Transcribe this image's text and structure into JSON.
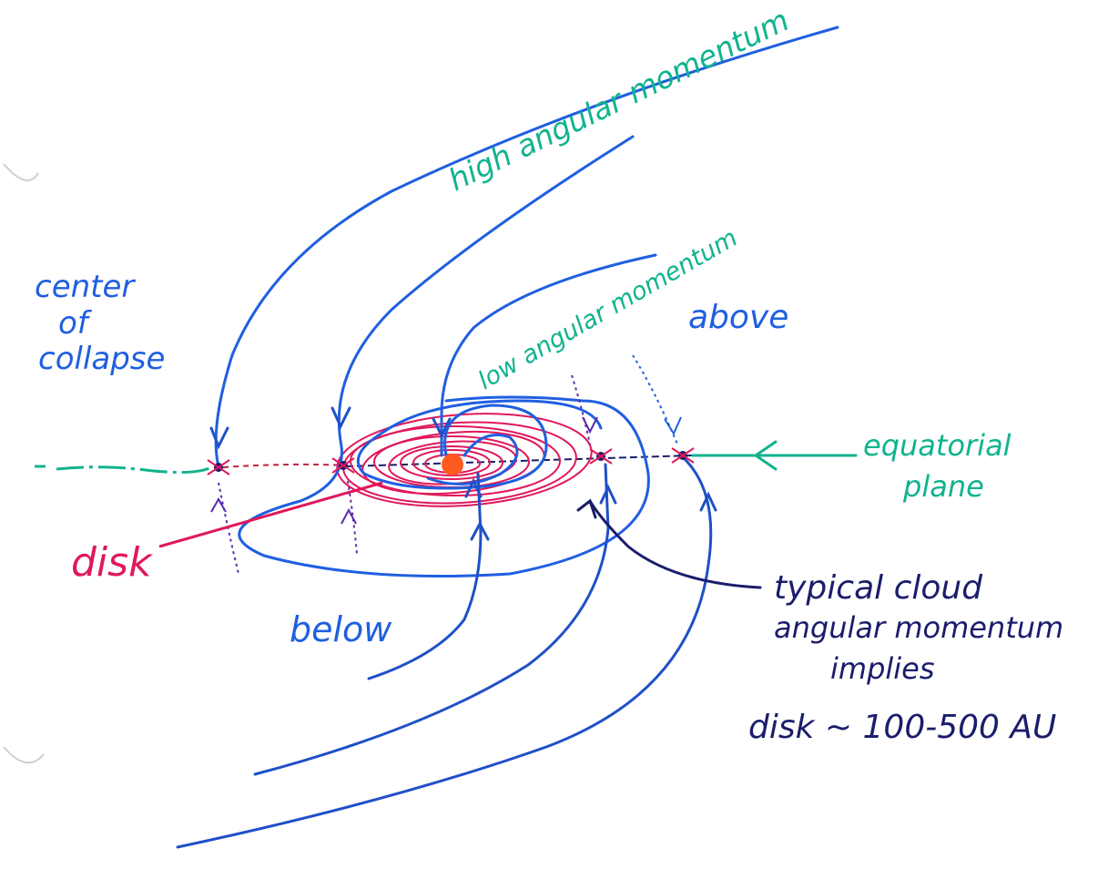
{
  "labels": {
    "center_line1": "center",
    "center_line2": "of",
    "center_line3": "collapse",
    "high": "high angular momentum",
    "low": "low angular momentum",
    "above": "above",
    "below": "below",
    "equatorial_line1": "equatorial",
    "equatorial_line2": "plane",
    "disk": "disk",
    "typical_line1": "typical cloud",
    "typical_line2": "angular momentum",
    "typical_line3": "implies",
    "typical_line4": "disk ~ 100-500 AU"
  },
  "colors": {
    "blue": "#1f5fe0",
    "teal": "#11b38f",
    "pink": "#e0185a",
    "navy": "#1a1d6b",
    "purple": "#5a2ab0",
    "star": "#ff5a1f"
  }
}
